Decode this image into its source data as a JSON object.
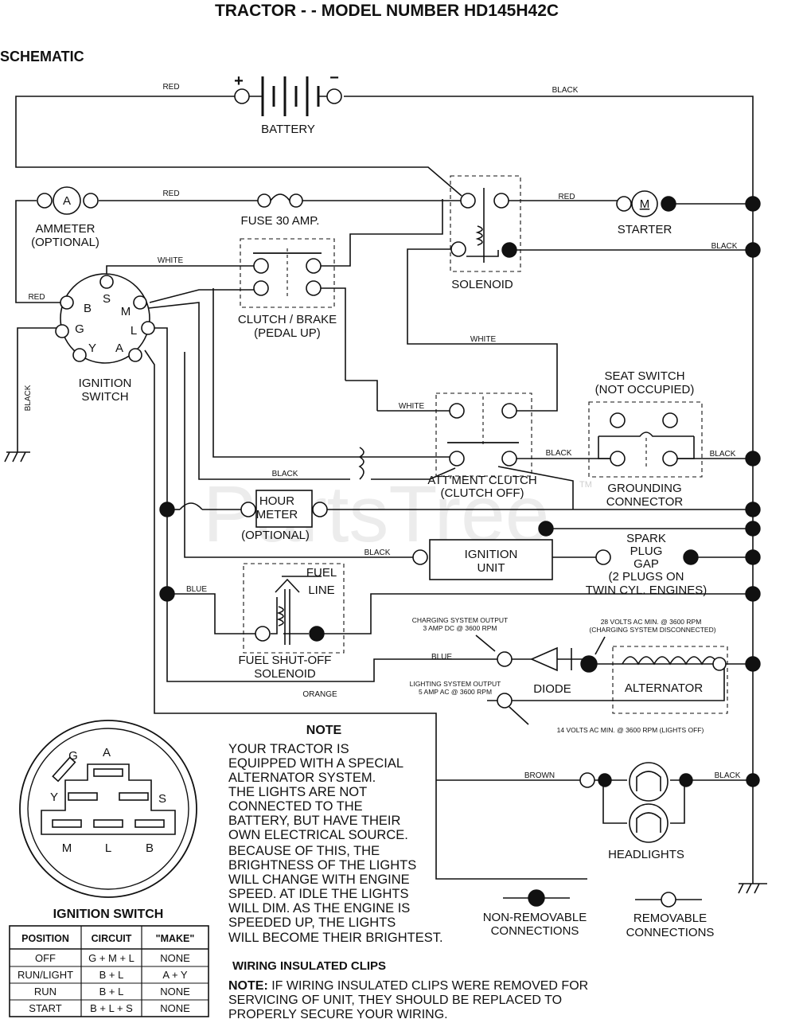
{
  "title": "TRACTOR - - MODEL NUMBER HD145H42C",
  "section": "SCHEMATIC",
  "battery": {
    "label": "BATTERY",
    "plus": "+",
    "minus": "−"
  },
  "wires": {
    "red": "RED",
    "black": "BLACK",
    "white": "WHITE",
    "blue": "BLUE",
    "orange": "ORANGE",
    "brown": "BROWN"
  },
  "components": {
    "ammeter": [
      "AMMETER",
      "(OPTIONAL)"
    ],
    "ammeter_symbol": "A",
    "fuse": "FUSE 30 AMP.",
    "starter": "STARTER",
    "starter_symbol": "M",
    "solenoid": "SOLENOID",
    "clutch_brake": [
      "CLUTCH / BRAKE",
      "(PEDAL UP)"
    ],
    "ignition_switch": [
      "IGNITION",
      "SWITCH"
    ],
    "ignition_terminals": {
      "B": "B",
      "S": "S",
      "M": "M",
      "G": "G",
      "L": "L",
      "Y": "Y",
      "A": "A"
    },
    "seat_switch": [
      "SEAT SWITCH",
      "(NOT OCCUPIED)"
    ],
    "attachment_clutch": [
      "ATT'MENT CLUTCH",
      "(CLUTCH OFF)"
    ],
    "grounding_connector": [
      "GROUNDING",
      "CONNECTOR"
    ],
    "hour_meter": [
      "HOUR",
      "METER"
    ],
    "hour_meter_optional": "(OPTIONAL)",
    "ignition_unit": [
      "IGNITION",
      "UNIT"
    ],
    "spark_plug": [
      "SPARK",
      "PLUG",
      "GAP",
      "(2 PLUGS ON",
      "TWIN CYL. ENGINES)"
    ],
    "fuel_line": [
      "FUEL",
      "LINE"
    ],
    "fuel_solenoid": [
      "FUEL SHUT-OFF",
      "SOLENOID"
    ],
    "charging_output": [
      "CHARGING SYSTEM OUTPUT",
      "3 AMP DC @ 3600 RPM"
    ],
    "ac_min": [
      "28 VOLTS AC MIN. @ 3600 RPM",
      "(CHARGING SYSTEM DISCONNECTED)"
    ],
    "lighting_output": [
      "LIGHTING SYSTEM OUTPUT",
      "5 AMP AC @ 3600 RPM"
    ],
    "lights_off": "14 VOLTS AC MIN. @ 3600 RPM (LIGHTS OFF)",
    "diode": "DIODE",
    "alternator": "ALTERNATOR",
    "headlights": "HEADLIGHTS"
  },
  "watermark": "PartsTree",
  "trademark": "TM",
  "note": {
    "title": "NOTE",
    "lines": [
      "YOUR TRACTOR IS",
      "EQUIPPED WITH A SPECIAL",
      "ALTERNATOR SYSTEM.",
      "THE LIGHTS ARE NOT",
      "CONNECTED TO THE",
      "BATTERY, BUT HAVE THEIR",
      "OWN ELECTRICAL SOURCE.",
      "BECAUSE OF THIS, THE",
      "BRIGHTNESS OF THE LIGHTS",
      "WILL CHANGE WITH ENGINE",
      "SPEED.  AT IDLE THE LIGHTS",
      "WILL DIM.  AS THE ENGINE IS",
      "SPEEDED UP, THE LIGHTS",
      "WILL BECOME THEIR BRIGHTEST."
    ]
  },
  "legend": {
    "non_removable": [
      "NON-REMOVABLE",
      "CONNECTIONS"
    ],
    "removable": [
      "REMOVABLE",
      "CONNECTIONS"
    ]
  },
  "clips": {
    "title": "WIRING INSULATED CLIPS",
    "note_label": "NOTE:",
    "lines": [
      " IF WIRING INSULATED CLIPS WERE REMOVED FOR",
      "SERVICING OF UNIT, THEY SHOULD BE REPLACED TO",
      "PROPERLY SECURE YOUR WIRING."
    ]
  },
  "ignition_diagram": {
    "title": "IGNITION SWITCH",
    "terminals": {
      "G": "G",
      "A": "A",
      "Y": "Y",
      "S": "S",
      "M": "M",
      "L": "L",
      "B": "B"
    }
  },
  "ignition_table": {
    "headers": [
      "POSITION",
      "CIRCUIT",
      "\"MAKE\""
    ],
    "rows": [
      [
        "OFF",
        "G + M + L",
        "NONE"
      ],
      [
        "RUN/LIGHT",
        "B + L",
        "A + Y"
      ],
      [
        "RUN",
        "B + L",
        "NONE"
      ],
      [
        "START",
        "B + L + S",
        "NONE"
      ]
    ]
  }
}
